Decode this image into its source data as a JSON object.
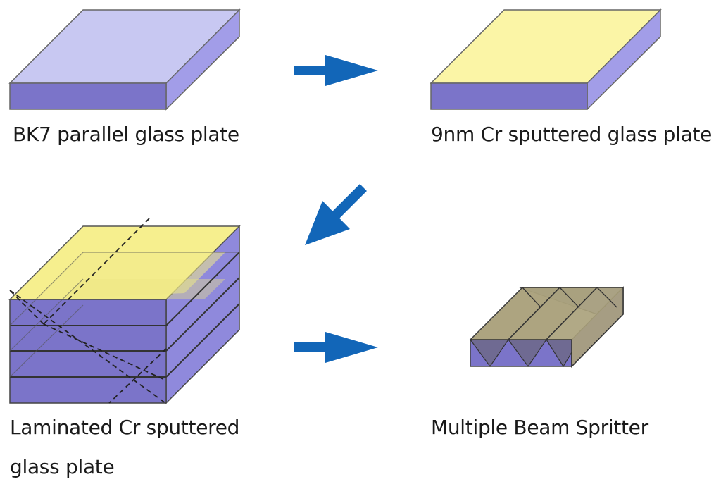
{
  "labels": {
    "step1": "BK7 parallel glass plate",
    "step2": "9nm Cr sputtered glass plate",
    "step3_line1": "Laminated Cr sputtered",
    "step3_line2": "glass plate",
    "step4": "Multiple Beam Spritter"
  },
  "colors": {
    "glass_top": "#c8c8f2",
    "glass_side": "#7b74c9",
    "glass_right": "#a29de8",
    "cr_top": "#fbf5a6",
    "arrow": "#1266b8",
    "edge": "#555555",
    "prism_face": "#a9a07a",
    "prism_dark": "#6f6a92"
  },
  "icons": [
    "right-arrow-icon",
    "down-left-arrow-icon",
    "right-arrow-icon"
  ]
}
